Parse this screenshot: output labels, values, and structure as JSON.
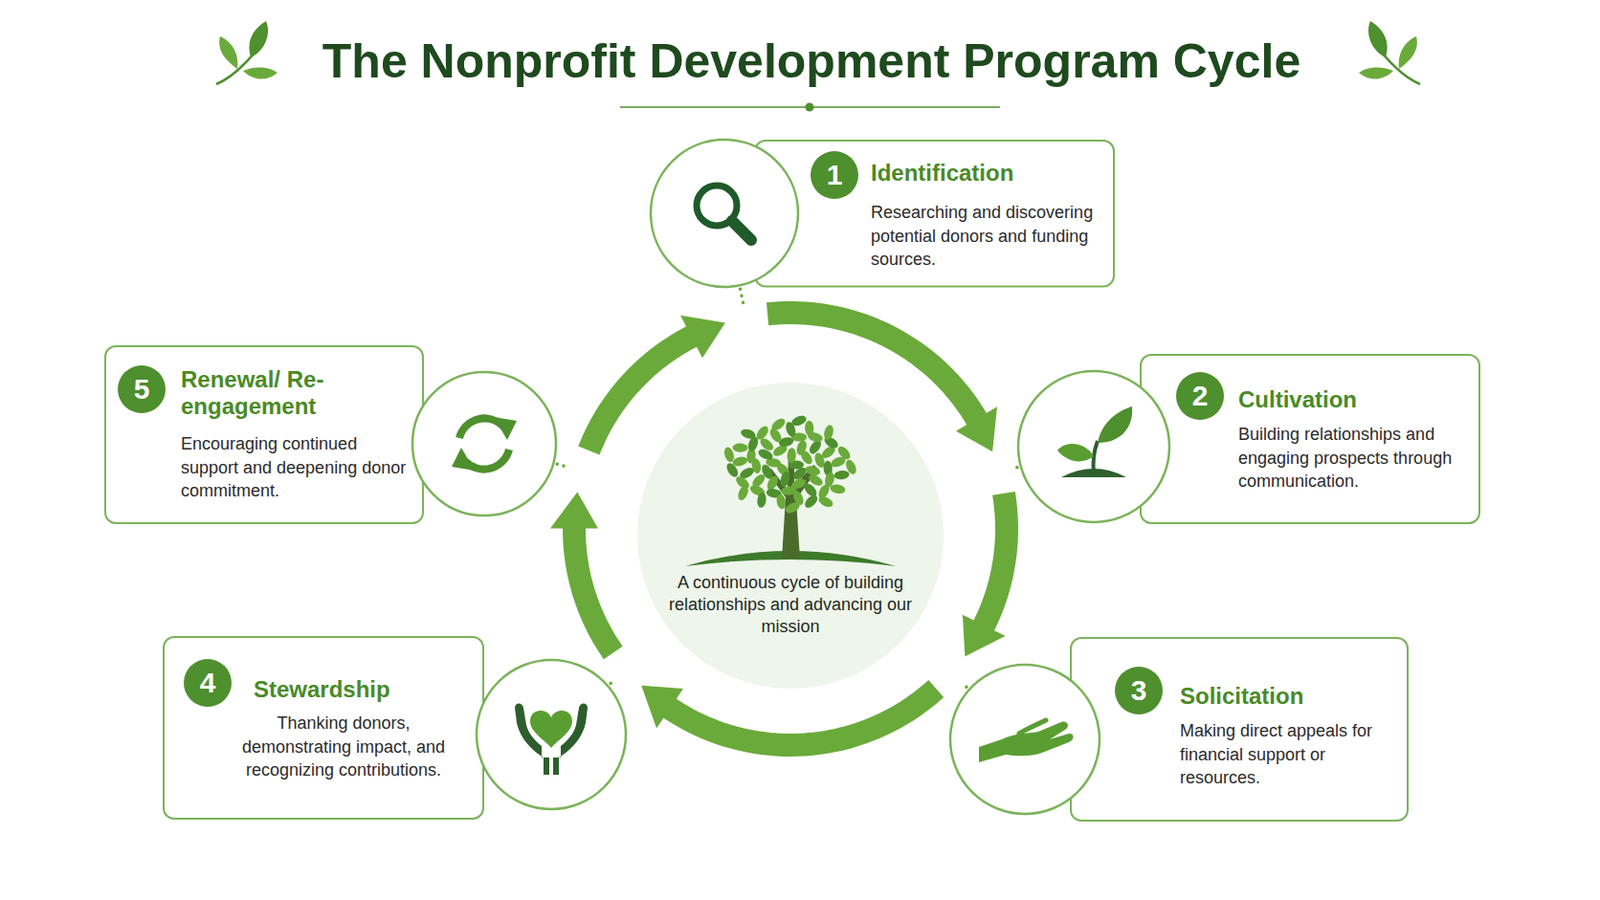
{
  "diagram": {
    "title": "The Nonprofit Development Program Cycle",
    "nodes": [
      {
        "text": [
          "1",
          "Identification",
          "Researching and discovering potential donors and funding sources."
        ]
      },
      {
        "text": [
          "2",
          "Cultivation",
          "Building relationships and engaging prospects through communication."
        ]
      },
      {
        "text": [
          "3",
          "Solicitation",
          "Making direct appeals for financial support or resources."
        ]
      },
      {
        "text": [
          "4",
          "Stewardship",
          "Thanking donors, demonstrating impact, and recognizing contributions."
        ]
      },
      {
        "text": [
          "5",
          "Renewal/ Re-engagement",
          "Encouraging continued support and deepening donor commitment."
        ]
      },
      {
        "text": [
          "A continuous cycle of building relationships and advancing our mission"
        ]
      }
    ],
    "edges": [
      {
        "from": 0,
        "to": 1,
        "arrow": "to"
      },
      {
        "from": 1,
        "to": 2,
        "arrow": "to"
      },
      {
        "from": 2,
        "to": 3,
        "arrow": "to"
      },
      {
        "from": 3,
        "to": 4,
        "arrow": "to"
      },
      {
        "from": 4,
        "to": 0,
        "arrow": "to"
      }
    ]
  }
}
